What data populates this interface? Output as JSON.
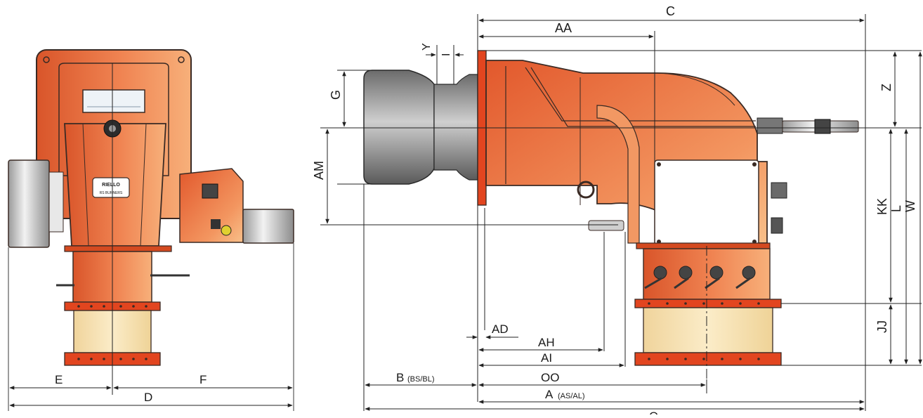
{
  "colors": {
    "body": "#ea6a3c",
    "body_light": "#f7a76e",
    "body_dark": "#c2441e",
    "outline": "#3a2a24",
    "flange": "#e2451f",
    "duct": "#f3dca6",
    "head_dark": "#4a4a4a",
    "head_light": "#c9c9c9",
    "dim_line": "#222222",
    "panel": "#ffffff"
  },
  "labels": {
    "c": "C",
    "aa": "AA",
    "y": "Y",
    "i": "I",
    "g": "G",
    "am": "AM",
    "z": "Z",
    "kk": "KK",
    "l": "L",
    "w": "W",
    "jj": "JJ",
    "ad": "AD",
    "ah": "AH",
    "ai": "AI",
    "oo": "OO",
    "b": "B",
    "b_sub": "(BS/BL)",
    "a": "A",
    "a_sub": "(AS/AL)",
    "e": "E",
    "f": "F",
    "d": "D",
    "q": "Q"
  },
  "badges": {
    "logo": "RIELLO",
    "model": "RS BURNERS"
  }
}
